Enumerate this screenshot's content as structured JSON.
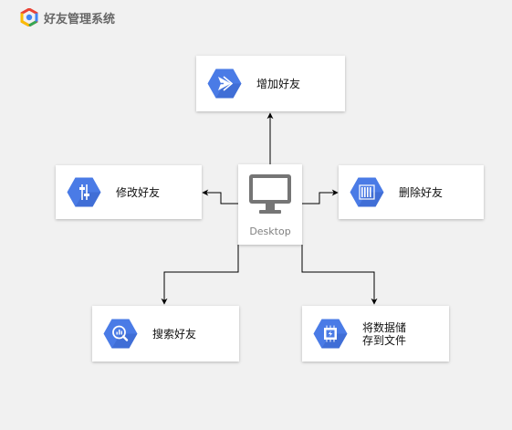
{
  "header": {
    "title": "好友管理系统",
    "logo_icon": "google-cloud-logo"
  },
  "center": {
    "label": "Desktop",
    "icon": "desktop-monitor-icon"
  },
  "nodes": {
    "add": {
      "label": "增加好友",
      "icon": "cloud-endpoints-icon"
    },
    "edit": {
      "label": "修改好友",
      "icon": "sliders-icon"
    },
    "delete": {
      "label": "删除好友",
      "icon": "barcode-icon"
    },
    "search": {
      "label": "搜索好友",
      "icon": "search-chart-icon"
    },
    "save": {
      "label_line1": "将数据储",
      "label_line2": "存到文件",
      "icon": "chip-icon"
    }
  },
  "colors": {
    "background": "#f1f1f1",
    "hex_blue": "#4a7be6",
    "hex_blue_dark": "#3a66cc",
    "monitor_gray": "#757575",
    "connector": "#000000"
  }
}
